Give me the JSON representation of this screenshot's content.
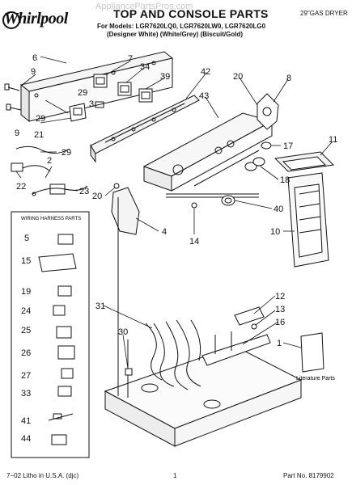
{
  "header": {
    "brand": "Whirlpool",
    "title": "TOP AND CONSOLE PARTS",
    "watermark": "AppliancePartsPros.com",
    "product": "29\"GAS DRYER",
    "models": "For Models: LGR7620LQ0, LGR7620LW0, LGR7620LG0",
    "variants": "(Designer White) (White/Grey) (Biscuit/Gold)"
  },
  "harness_box": {
    "title": "WIRING HARNESS PARTS",
    "items": [
      "5",
      "15",
      "19",
      "24",
      "25",
      "26",
      "27",
      "33",
      "41",
      "44"
    ]
  },
  "literature_label": "Literature Parts",
  "callouts": {
    "c1": "1",
    "c2": "2",
    "c4": "4",
    "c6": "6",
    "c7": "7",
    "c8": "8",
    "c9a": "9",
    "c9b": "9",
    "c10": "10",
    "c11": "11",
    "c12": "12",
    "c13": "13",
    "c14": "14",
    "c16": "16",
    "c17": "17",
    "c18": "18",
    "c20a": "20",
    "c20b": "20",
    "c21": "21",
    "c22": "22",
    "c23": "23",
    "c29a": "29",
    "c29b": "29",
    "c29c": "29",
    "c30": "30",
    "c31": "31",
    "c34": "34",
    "c39": "39",
    "c40": "40",
    "c42": "42",
    "c43": "43",
    "c3": "3"
  },
  "footer": {
    "left": "7−02 Litho in U.S.A. (djc)",
    "center": "1",
    "right": "Part No. 8179902"
  }
}
